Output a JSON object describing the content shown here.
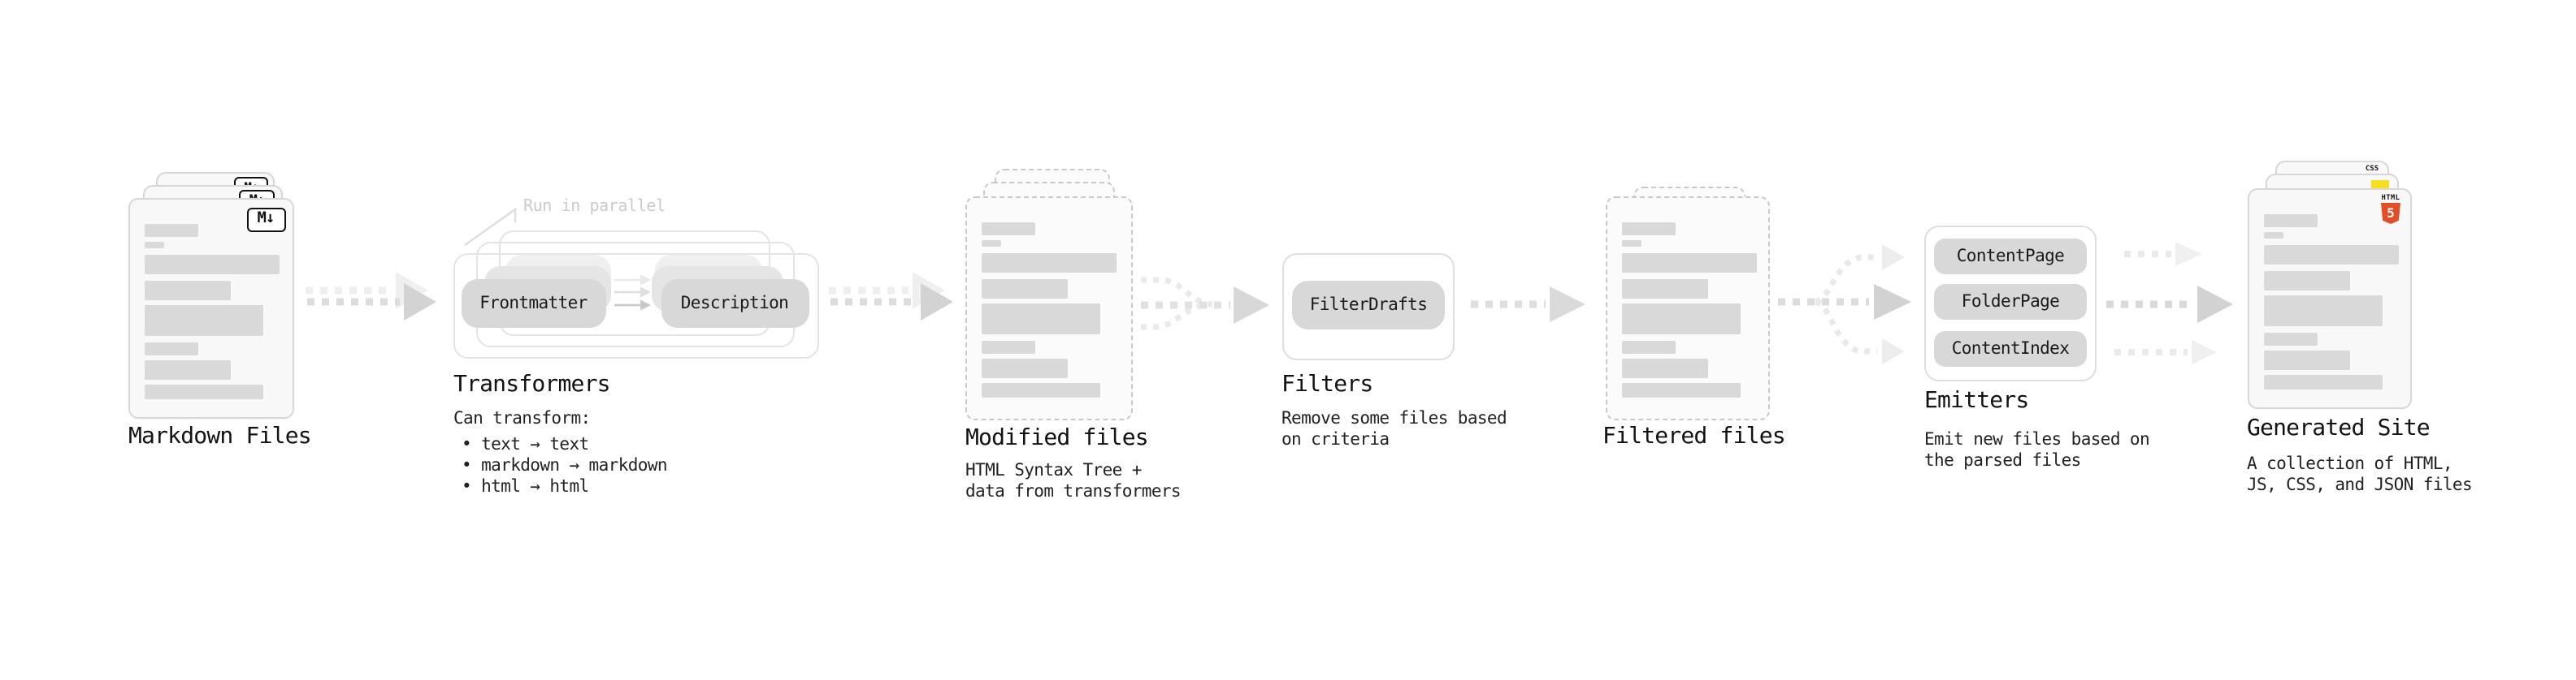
{
  "colors": {
    "bg": "#ffffff",
    "card_fill": "#f8f8f8",
    "card_border": "#d7d7d7",
    "dashed_border": "#c9c9c9",
    "bar": "#d9d9d9",
    "pill_fill": "#d8d8d8",
    "box_border": "#e4e4e4",
    "arrow_dash": "#dcdcdc",
    "arrow_head": "#d3d3d3",
    "arrow_ghost": "#efefef",
    "title": "#121212",
    "body": "#222222",
    "muted": "#cbcbcb",
    "html5_orange": "#e44d26",
    "js_yellow": "#f7df1e",
    "css_blue": "#2965f1",
    "logo_black": "#111111"
  },
  "skeleton_bars": [
    [
      9,
      15,
      33,
      8
    ],
    [
      9,
      26,
      12,
      4
    ],
    [
      9,
      34,
      83,
      12
    ],
    [
      9,
      50,
      53,
      12
    ],
    [
      9,
      65,
      73,
      19
    ],
    [
      9,
      88,
      33,
      8
    ],
    [
      9,
      99,
      53,
      12
    ],
    [
      9,
      114,
      73,
      9
    ]
  ],
  "stages": {
    "markdown": {
      "title": "Markdown Files",
      "logo": "M↓"
    },
    "transformers": {
      "title": "Transformers",
      "note": "Run in parallel",
      "pills": [
        "Frontmatter",
        "Description"
      ],
      "desc": "Can transform:",
      "bullets": [
        "• text → text",
        "• markdown → markdown",
        "• html → html"
      ]
    },
    "modified": {
      "title": "Modified files",
      "desc_line1": "HTML Syntax Tree +",
      "desc_line2": "data from transformers"
    },
    "filters": {
      "title": "Filters",
      "pill": "FilterDrafts",
      "desc_line1": "Remove some files based",
      "desc_line2": "on criteria"
    },
    "filtered": {
      "title": "Filtered files"
    },
    "emitters": {
      "title": "Emitters",
      "pills": [
        "ContentPage",
        "FolderPage",
        "ContentIndex"
      ],
      "desc_line1": "Emit new files based on",
      "desc_line2": "the parsed files"
    },
    "generated": {
      "title": "Generated Site",
      "desc_line1": "A collection of HTML,",
      "desc_line2": "JS, CSS, and JSON files",
      "badges": {
        "css": "CSS",
        "html_label": "HTML",
        "html_number": "5"
      }
    }
  }
}
